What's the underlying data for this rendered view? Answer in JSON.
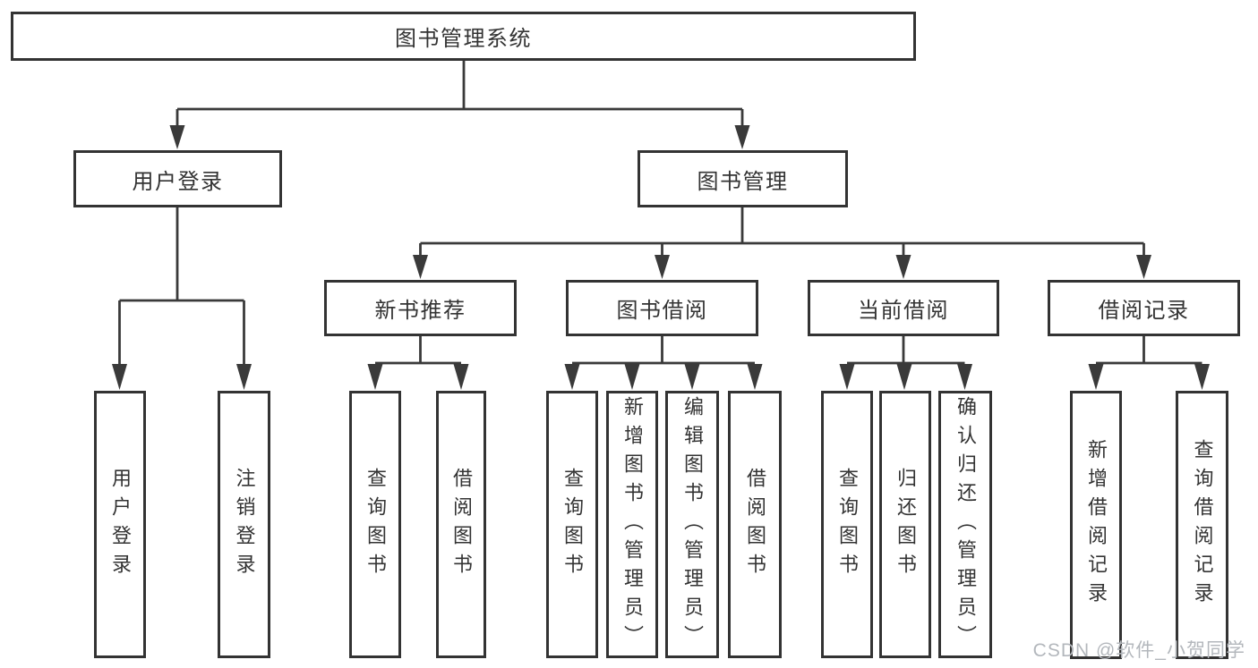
{
  "diagram": {
    "root": {
      "label": "图书管理系统"
    },
    "branches": [
      {
        "label": "用户登录",
        "children": [
          {
            "label": "用户登录"
          },
          {
            "label": "注销登录"
          }
        ]
      },
      {
        "label": "图书管理",
        "children": [
          {
            "label": "新书推荐",
            "children": [
              {
                "label": "查询图书"
              },
              {
                "label": "借阅图书"
              }
            ]
          },
          {
            "label": "图书借阅",
            "children": [
              {
                "label": "查询图书"
              },
              {
                "label": "新增图书（管理员）"
              },
              {
                "label": "编辑图书（管理员）"
              },
              {
                "label": "借阅图书"
              }
            ]
          },
          {
            "label": "当前借阅",
            "children": [
              {
                "label": "查询图书"
              },
              {
                "label": "归还图书"
              },
              {
                "label": "确认归还（管理员）"
              }
            ]
          },
          {
            "label": "借阅记录",
            "children": [
              {
                "label": "新增借阅记录"
              },
              {
                "label": "查询借阅记录"
              }
            ]
          }
        ]
      }
    ],
    "watermark": "CSDN @软件_小贺同学"
  }
}
